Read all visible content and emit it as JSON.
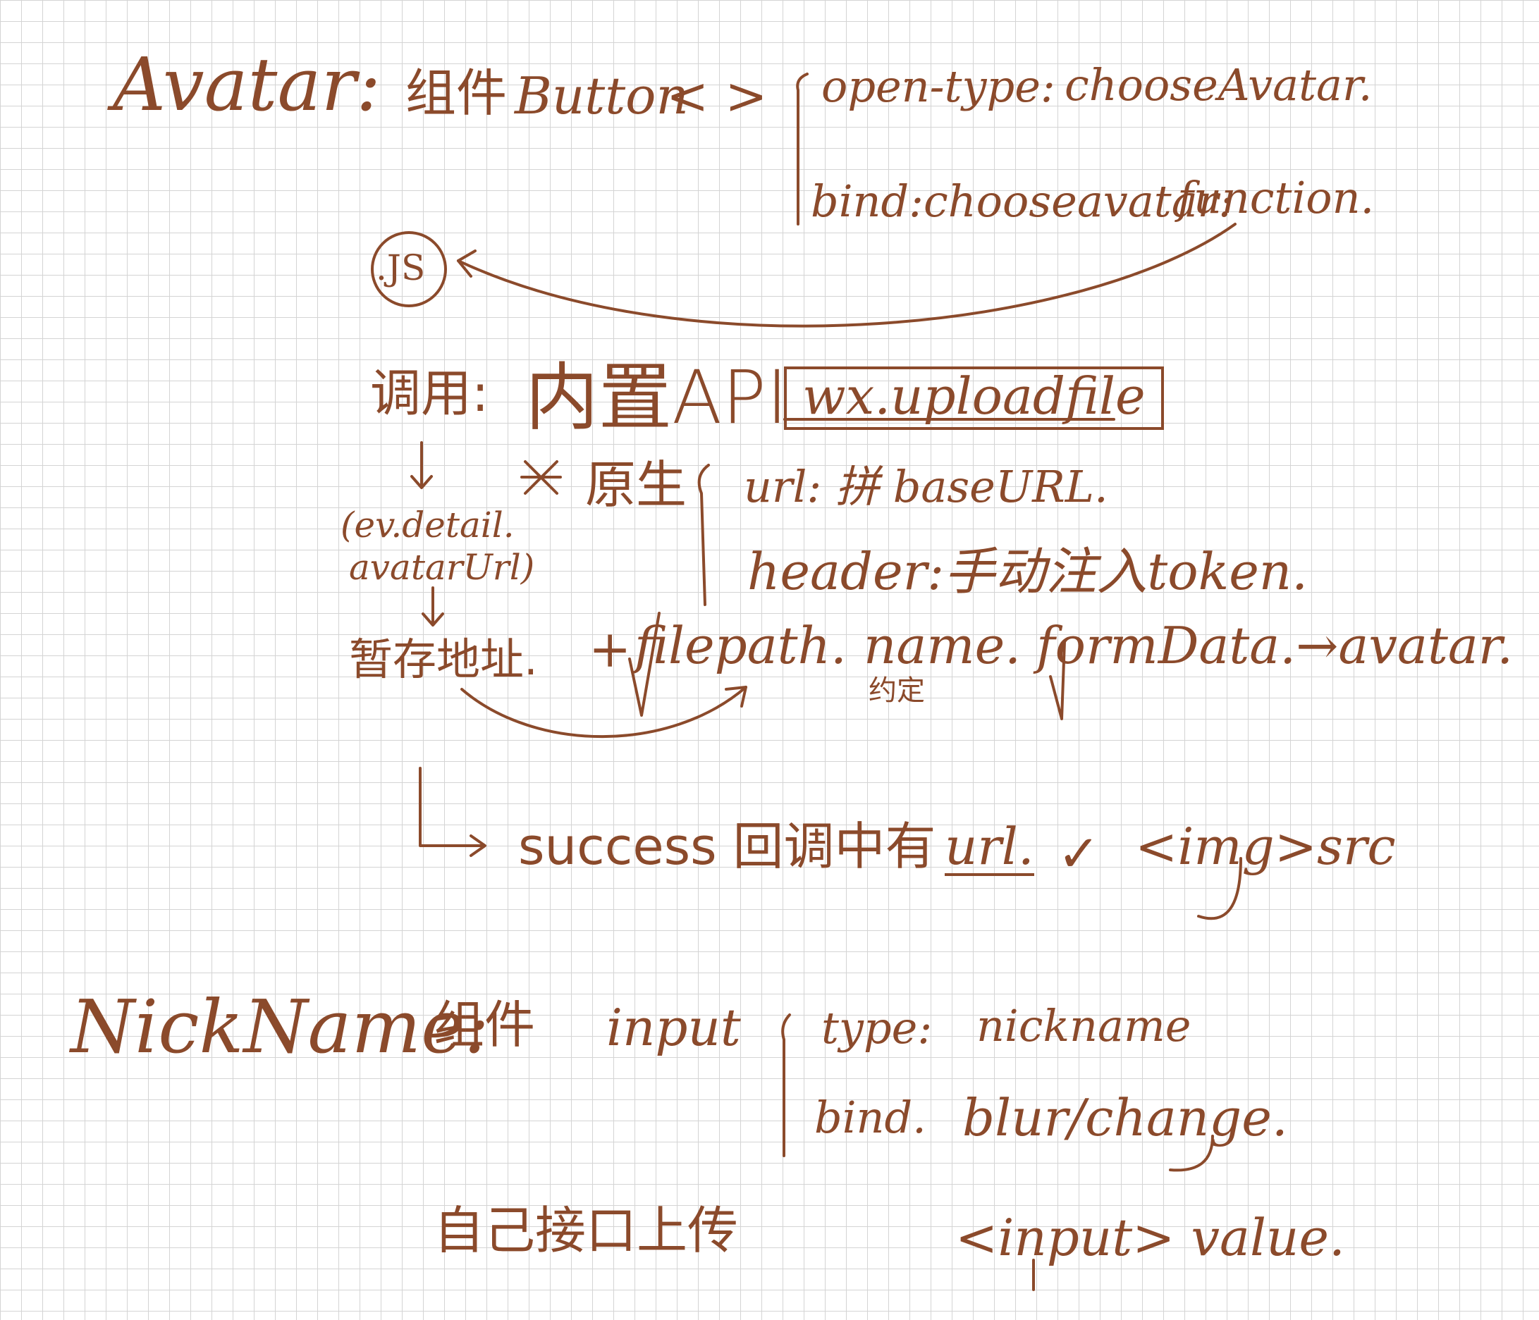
{
  "avatar": {
    "title": "Avatar:",
    "component_label": "组件",
    "component_name": "Button",
    "brackets": "< >",
    "open_type": "open-type:",
    "open_type_value": "chooseAvatar.",
    "bind": "bind:chooseavatar:",
    "bind_value": "function."
  },
  "js_badge": ".JS",
  "call": {
    "label": "调用:",
    "builtin": "内置API",
    "api_name": "wx.uploadfile",
    "ev_detail": "(ev.detail.",
    "avatar_url": "avatarUrl)",
    "temp_address": "暂存地址.",
    "native": "原生",
    "url_param": "url: 拼 baseURL.",
    "header_param": "header:手动注入token.",
    "plus": "+",
    "filepath": "filepath.",
    "name": "name.",
    "name_note": "约定",
    "formdata": "formData.→avatar."
  },
  "result": {
    "success": "success 回调中有",
    "url": "url.",
    "check": "✓",
    "img_src": "<img>src"
  },
  "nickname": {
    "title": "NickName:",
    "component_label": "组件",
    "component_name": "input",
    "type": "type:",
    "type_value": "nickname",
    "bind": "bind.",
    "bind_value": "blur/change.",
    "upload_self": "自己接口上传",
    "input_value": "<input> value."
  }
}
